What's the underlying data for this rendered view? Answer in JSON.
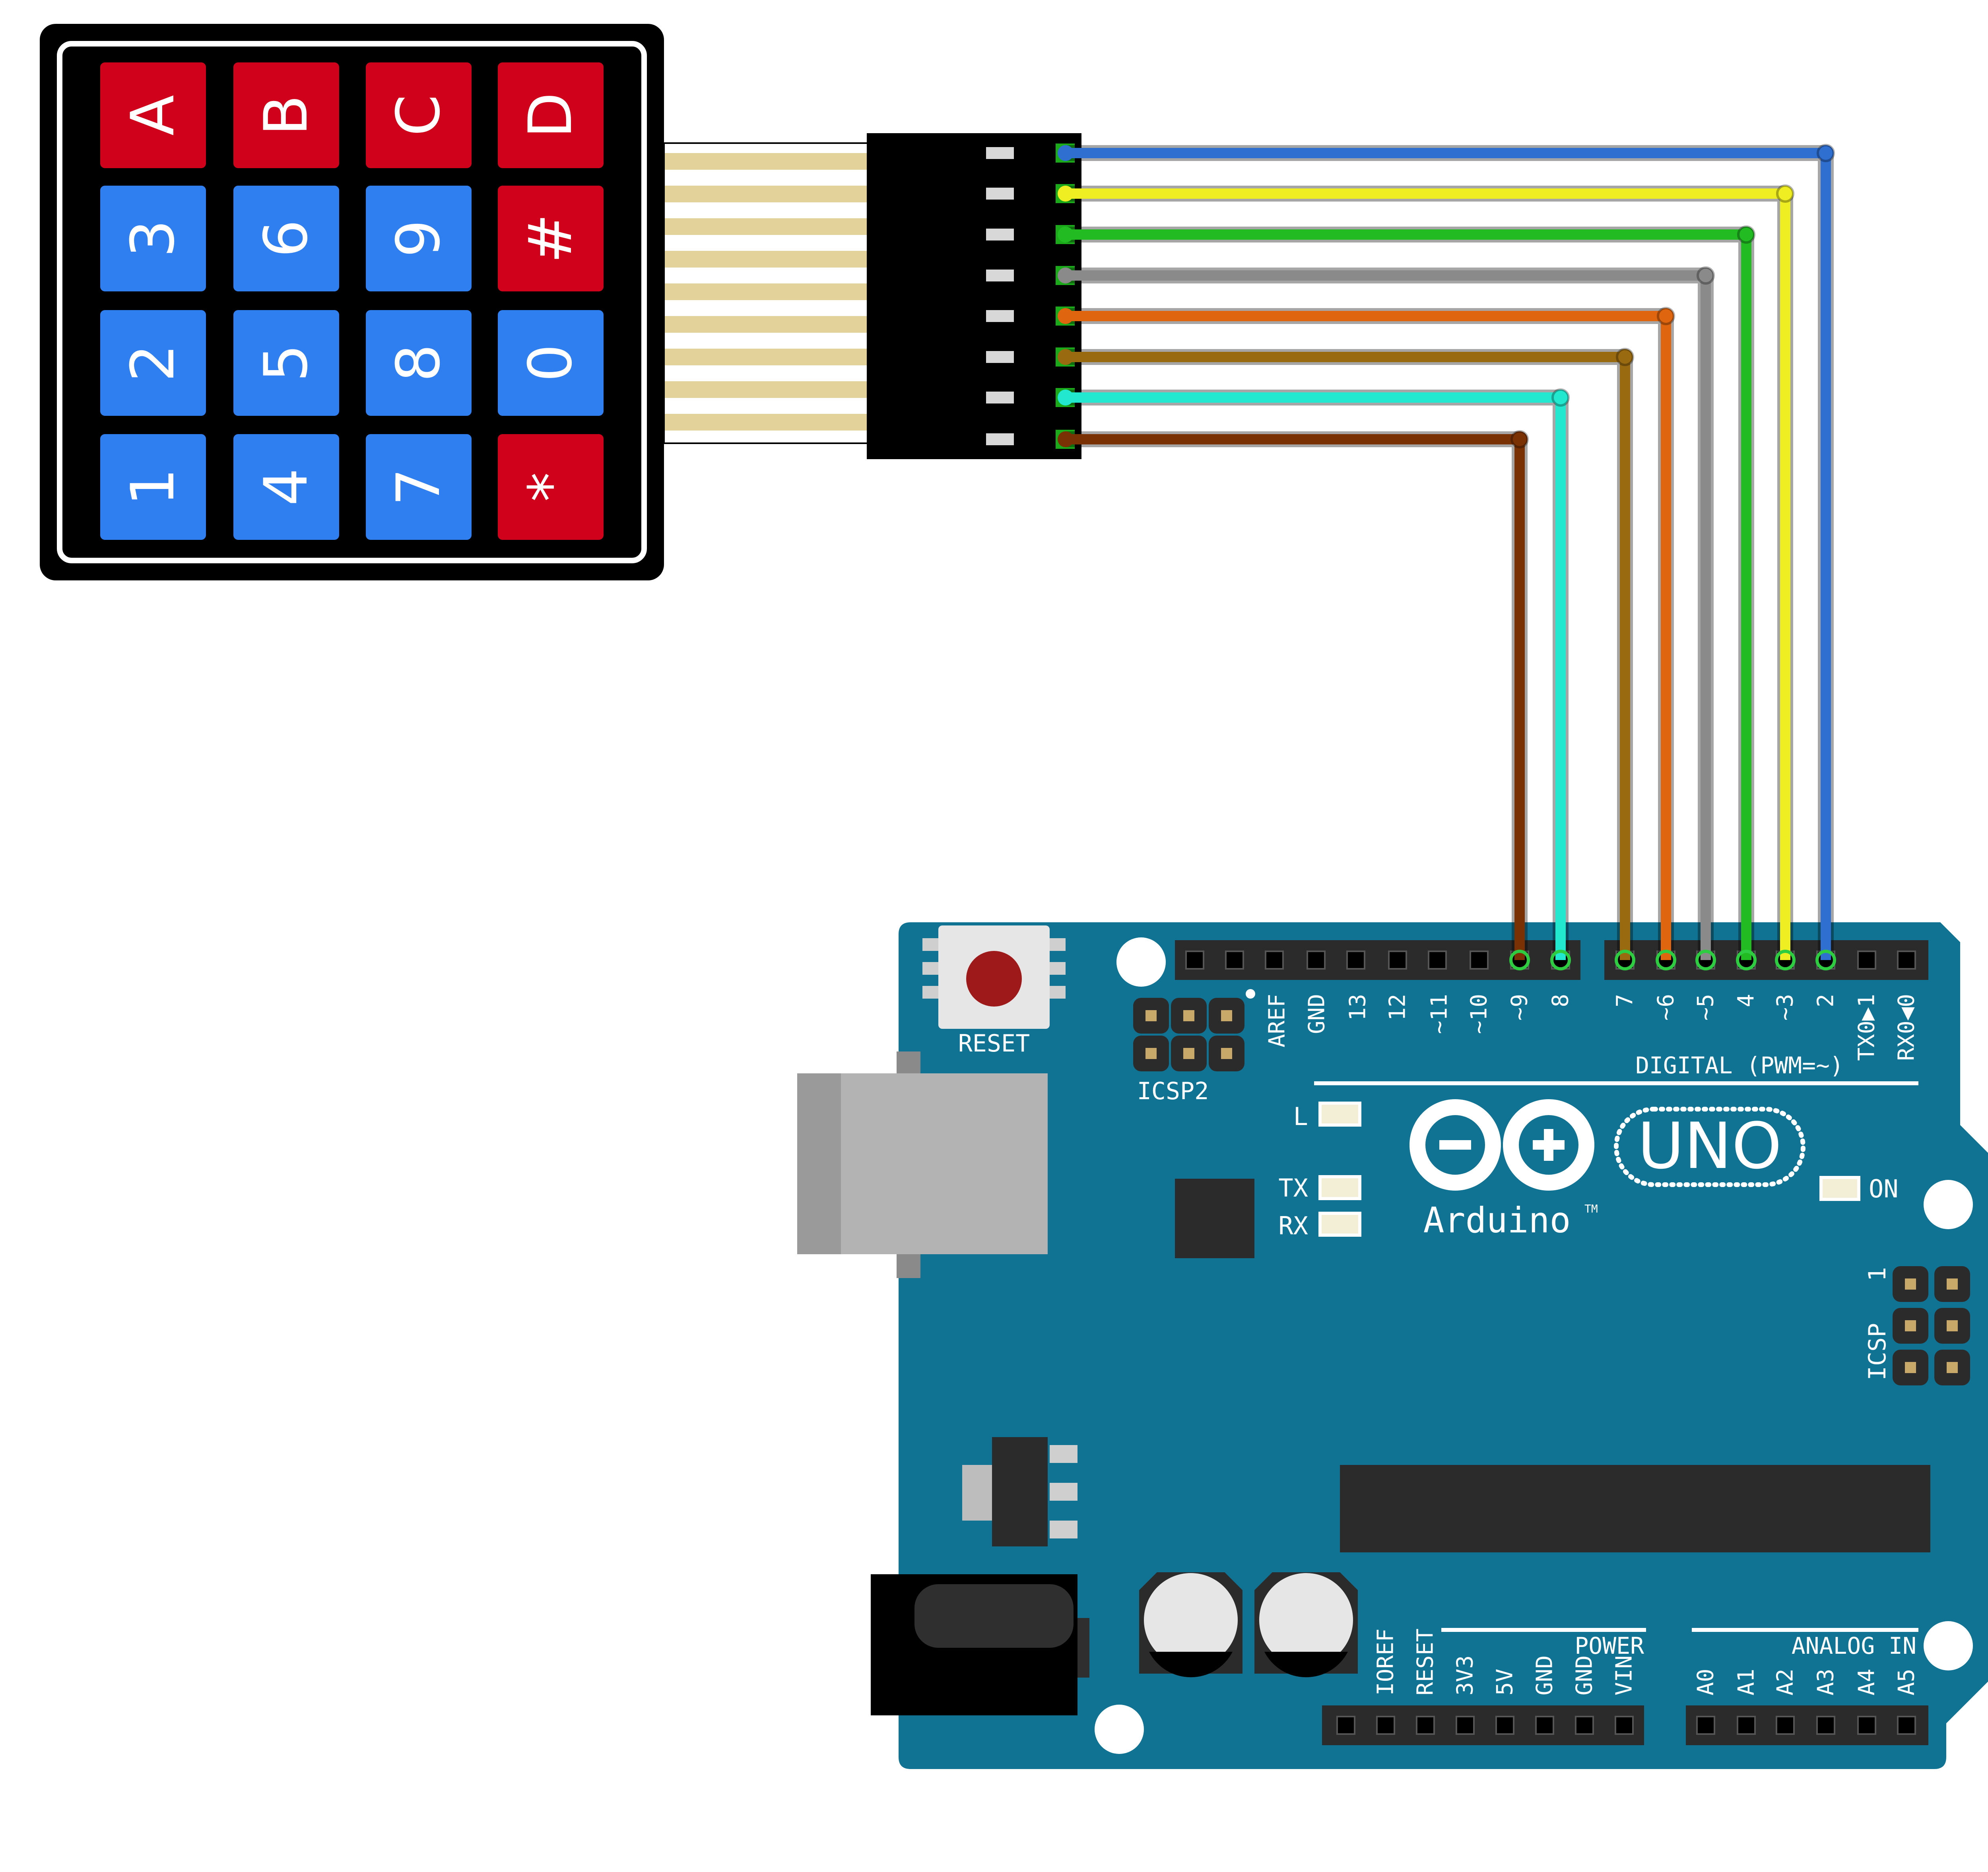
{
  "keypad": {
    "rows": [
      [
        {
          "label": "A",
          "color": "#d0021b"
        },
        {
          "label": "B",
          "color": "#d0021b"
        },
        {
          "label": "C",
          "color": "#d0021b"
        },
        {
          "label": "D",
          "color": "#d0021b"
        }
      ],
      [
        {
          "label": "3",
          "color": "#2f7ff0"
        },
        {
          "label": "6",
          "color": "#2f7ff0"
        },
        {
          "label": "9",
          "color": "#2f7ff0"
        },
        {
          "label": "#",
          "color": "#d0021b"
        }
      ],
      [
        {
          "label": "2",
          "color": "#2f7ff0"
        },
        {
          "label": "5",
          "color": "#2f7ff0"
        },
        {
          "label": "8",
          "color": "#2f7ff0"
        },
        {
          "label": "0",
          "color": "#2f7ff0"
        }
      ],
      [
        {
          "label": "1",
          "color": "#2f7ff0"
        },
        {
          "label": "4",
          "color": "#2f7ff0"
        },
        {
          "label": "7",
          "color": "#2f7ff0"
        },
        {
          "label": "*",
          "color": "#d0021b"
        }
      ]
    ]
  },
  "wires": [
    {
      "color": "#2f6fd0",
      "pin": "2"
    },
    {
      "color": "#eeee22",
      "pin": "~3"
    },
    {
      "color": "#22bb22",
      "pin": "4"
    },
    {
      "color": "#8a8a8a",
      "pin": "~5"
    },
    {
      "color": "#e0650f",
      "pin": "~6"
    },
    {
      "color": "#9a6a10",
      "pin": "7"
    },
    {
      "color": "#22e8d0",
      "pin": "8"
    },
    {
      "color": "#7a3205",
      "pin": "~9"
    }
  ],
  "board": {
    "reset_label": "RESET",
    "icsp2_label": "ICSP2",
    "icsp_label": "ICSP",
    "icsp_pin1": "1",
    "digital_label": "DIGITAL (PWM=~)",
    "led_l": "L",
    "led_tx": "TX",
    "led_rx": "RX",
    "led_on": "ON",
    "uno": "UNO",
    "brand": "Arduino",
    "tm": "TM",
    "power_label": "POWER",
    "analog_label": "ANALOG IN",
    "top_pins_a": [
      "AREF",
      "GND",
      "13",
      "12",
      "~11",
      "~10",
      "~9",
      "8"
    ],
    "top_pins_b": [
      "7",
      "~6",
      "~5",
      "4",
      "~3",
      "2",
      "TX0▶1",
      "RX0◀0"
    ],
    "power_pins": [
      "IOREF",
      "RESET",
      "3V3",
      "5V",
      "GND",
      "GND",
      "VIN"
    ],
    "analog_pins": [
      "A0",
      "A1",
      "A2",
      "A3",
      "A4",
      "A5"
    ],
    "colors": {
      "board": "#117394",
      "white": "#ffffff",
      "header": "#2b2b2b"
    }
  }
}
